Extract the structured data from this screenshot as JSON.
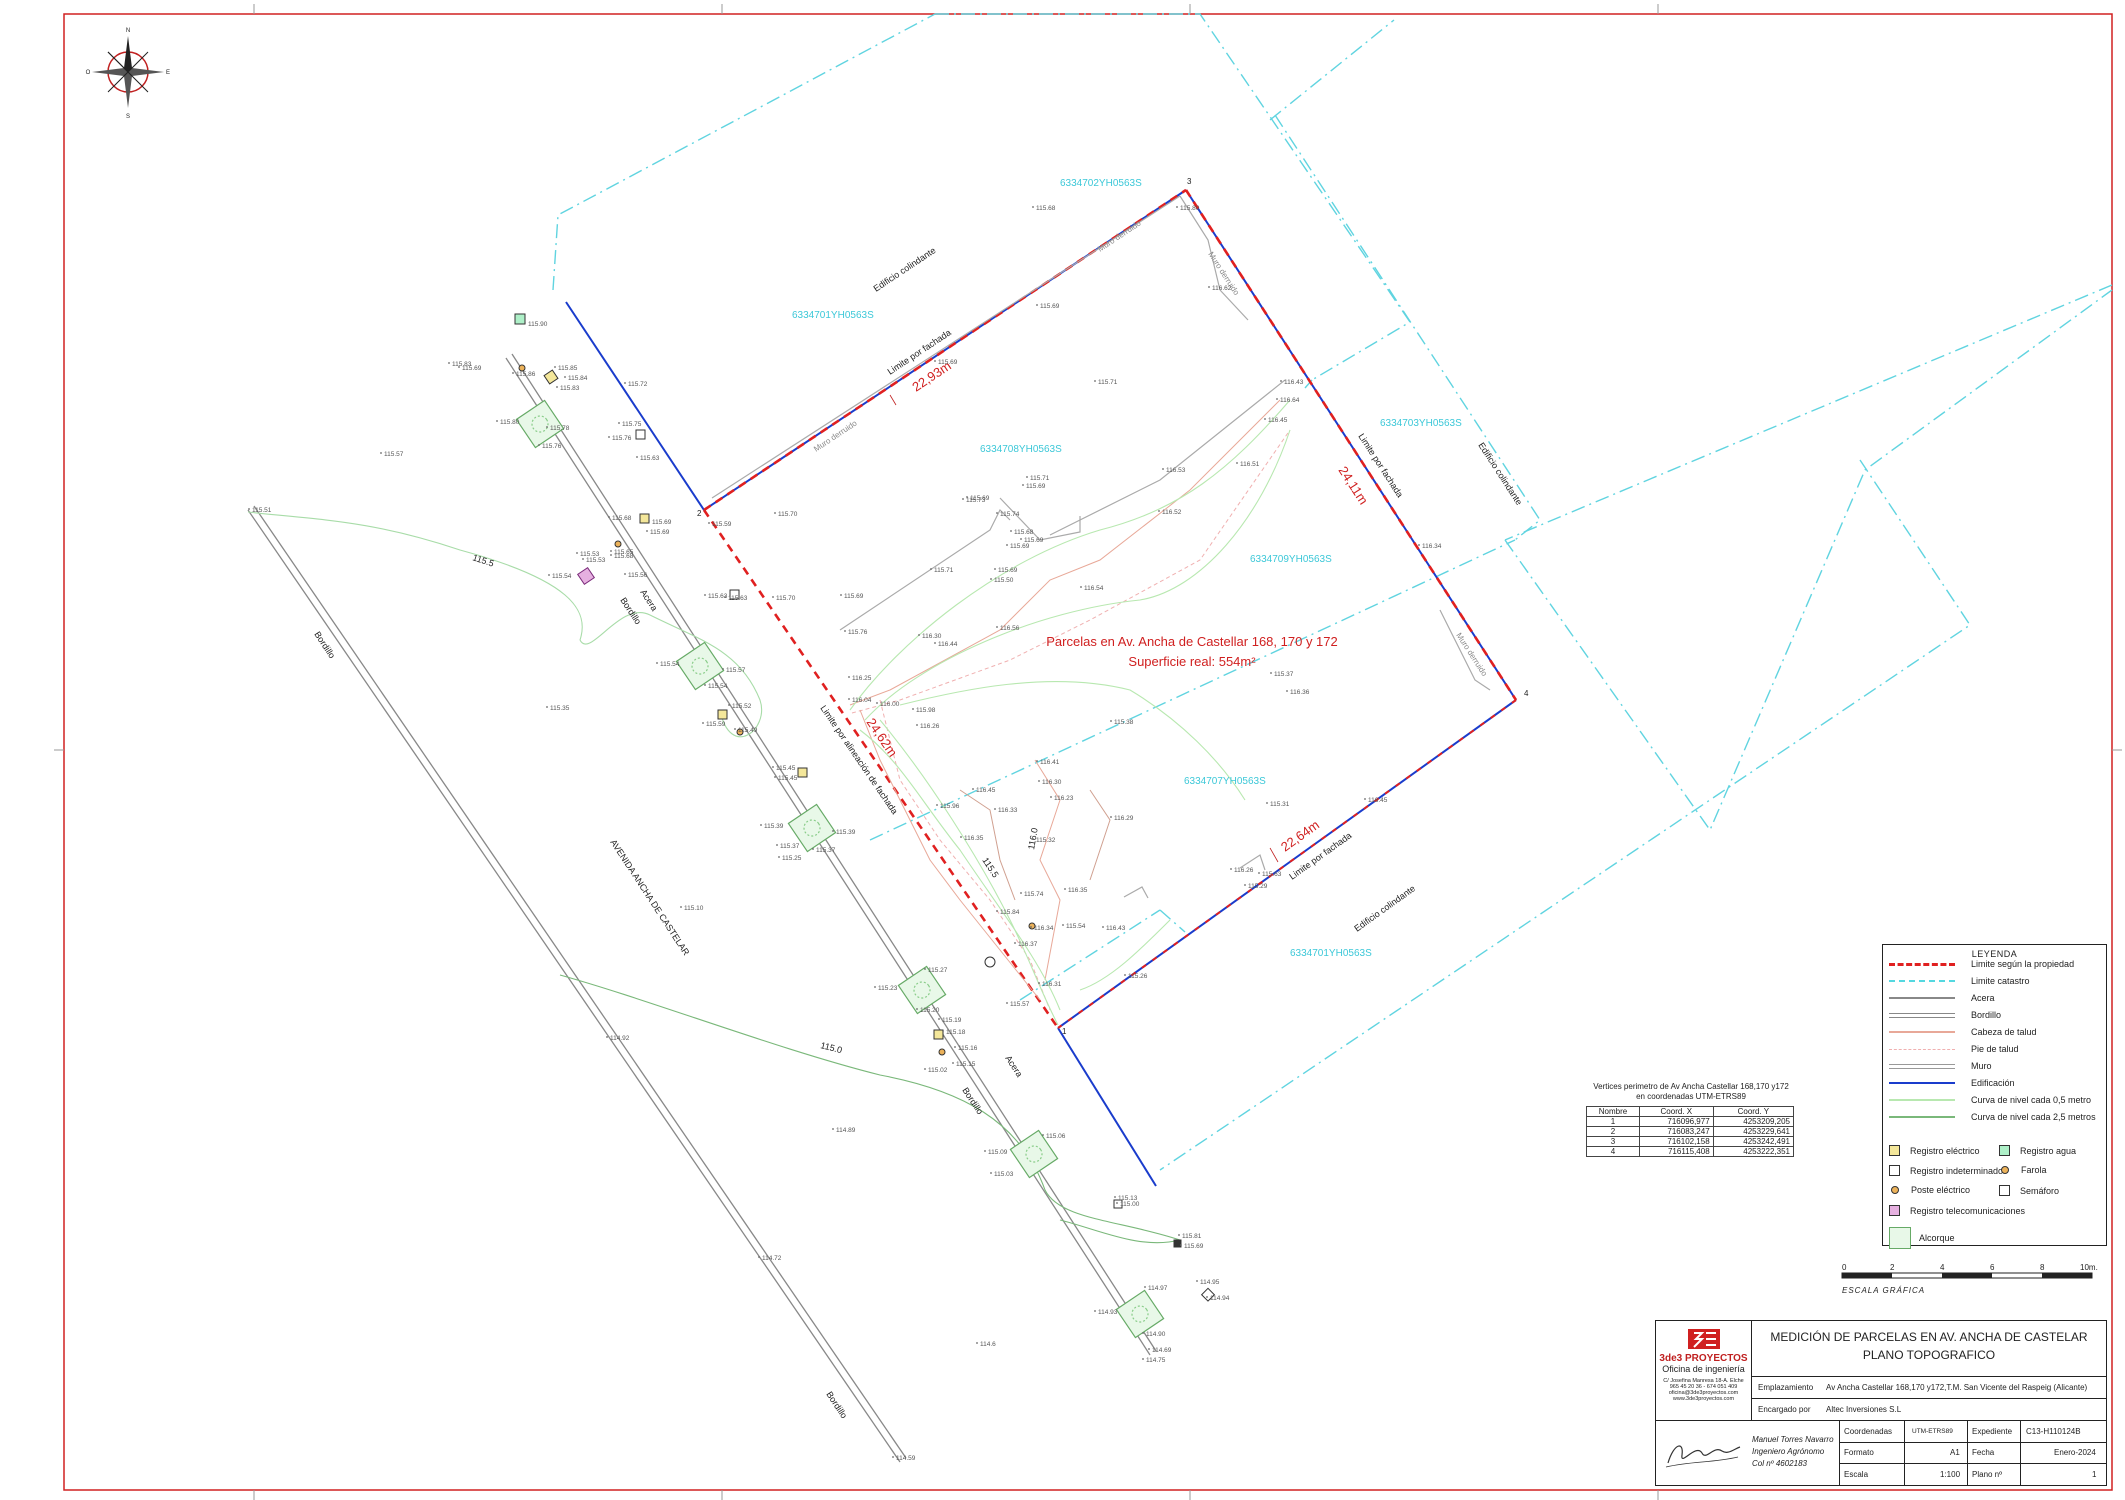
{
  "compass": {
    "n": "N",
    "s": "S",
    "e": "E",
    "o": "O"
  },
  "labels": {
    "parcel_title": "Parcelas en Av. Ancha de Castellar 168, 170 y 172",
    "parcel_area": "Superficie real: 554m²",
    "dim_ne": "22,93m",
    "dim_se": "24,11m",
    "dim_sw": "24,62m",
    "dim_s": "22,64m",
    "ref1": "6334702YH0563S",
    "ref2": "6334701YH0563S",
    "ref3": "6334708YH0563S",
    "ref4": "6334703YH0563S",
    "ref5": "6334709YH0563S",
    "ref6": "6334707YH0563S",
    "ref7": "6334701YH0563S",
    "edificio1": "Edificio colindante",
    "edificio2": "Edificio colindante",
    "edificio3": "Edificio colindante",
    "limite_fachada1": "Limite por fachada",
    "limite_fachada2": "Limite por fachada",
    "limite_fachada3": "Limite por fachada",
    "limite_alineacion": "Limite por alineación de fachada",
    "muro1": "Muro derruido",
    "muro2": "Muro derruido",
    "muro3": "Muro derruido",
    "muro4": "Muro derruido",
    "acera1": "Acera",
    "acera2": "Acera",
    "bordillo1": "Bordillo",
    "bordillo2": "Bordillo",
    "bordillo3": "Bordillo",
    "bordillo4": "Bordillo",
    "avenida": "AVENIDA ANCHA DE CASTELAR",
    "curve1": "115.5",
    "curve2": "115.0",
    "curve3": "115.5",
    "curve4": "116.0",
    "v1": "1",
    "v2": "2",
    "v3": "3",
    "v4": "4"
  },
  "elevations": [
    "115.90",
    "115.83",
    "115.69",
    "115.85",
    "115.84",
    "115.86",
    "115.83",
    "115.80",
    "115.78",
    "115.76",
    "115.75",
    "115.76",
    "115.72",
    "115.63",
    "115.57",
    "115.51",
    "115.68",
    "115.69",
    "115.65",
    "115.69",
    "115.68",
    "115.53",
    "115.53",
    "115.54",
    "115.56",
    "115.59",
    "115.70",
    "115.63",
    "115.63",
    "115.70",
    "115.54",
    "115.57",
    "115.54",
    "115.52",
    "115.35",
    "115.59",
    "115.49",
    "115.45",
    "115.45",
    "115.39",
    "115.39",
    "115.37",
    "115.25",
    "115.37",
    "115.10",
    "115.27",
    "115.23",
    "115.20",
    "115.19",
    "115.18",
    "115.16",
    "115.15",
    "115.02",
    "114.92",
    "114.89",
    "115.09",
    "115.06",
    "115.03",
    "114.72",
    "114.97",
    "114.95",
    "114.94",
    "114.93",
    "114.90",
    "114.69",
    "114.75",
    "114.6",
    "114.59",
    "115.81",
    "115.69",
    "115.13",
    "115.00",
    "115.68",
    "115.69",
    "115.71",
    "115.69",
    "115.71",
    "115.69",
    "115.69",
    "115.74",
    "115.68",
    "115.69",
    "115.50",
    "115.73",
    "115.69",
    "115.71",
    "115.69",
    "115.69",
    "115.76",
    "115.80",
    "116.62",
    "116.43",
    "116.45",
    "116.64",
    "116.51",
    "116.53",
    "116.52",
    "116.54",
    "116.56",
    "116.30",
    "116.44",
    "116.25",
    "116.04",
    "116.00",
    "115.98",
    "116.26",
    "115.38",
    "115.37",
    "116.41",
    "116.45",
    "116.30",
    "116.23",
    "116.33",
    "116.29",
    "115.96",
    "116.35",
    "115.32",
    "115.31",
    "115.74",
    "116.35",
    "116.34",
    "115.54",
    "116.43",
    "115.84",
    "116.37",
    "116.31",
    "115.63",
    "115.57",
    "115.29",
    "116.36",
    "115.26",
    "116.26",
    "116.45",
    "116.34",
    "116.36",
    "116.52"
  ],
  "legend": {
    "title": "LEYENDA",
    "lines": [
      {
        "label": "Limite según la propiedad",
        "color": "#e02020"
      },
      {
        "label": "Limite catastro",
        "color": "#55d8e0"
      },
      {
        "label": "Acera",
        "color": "#888888"
      },
      {
        "label": "Bordillo",
        "color": "#888888"
      },
      {
        "label": "Cabeza de talud",
        "color": "#e8a898"
      },
      {
        "label": "Pie de talud",
        "color": "#f0b0b0"
      },
      {
        "label": "Muro",
        "color": "#999999"
      },
      {
        "label": "Edificación",
        "color": "#1a3ccc"
      },
      {
        "label": "Curva de nivel cada 0,5 metro",
        "color": "#b8e8b0"
      },
      {
        "label": "Curva de nivel cada 2,5 metros",
        "color": "#7ab87a"
      }
    ],
    "symbols": [
      {
        "label": "Registro eléctrico",
        "icon": "electric-register-icon"
      },
      {
        "label": "Registro agua",
        "icon": "water-register-icon"
      },
      {
        "label": "Registro indeterminado",
        "icon": "undetermined-register-icon"
      },
      {
        "label": "Farola",
        "icon": "streetlight-icon"
      },
      {
        "label": "Poste eléctrico",
        "icon": "electric-pole-icon"
      },
      {
        "label": "Semáforo",
        "icon": "traffic-light-icon"
      },
      {
        "label": "Registro telecomunicaciones",
        "icon": "telecom-register-icon"
      },
      {
        "label": "Alcorque",
        "icon": "tree-pit-icon"
      }
    ]
  },
  "coords": {
    "caption1": "Vertices perimetro de Av Ancha Castellar 168,170 y172",
    "caption2": "en coordenadas UTM-ETRS89",
    "headers": [
      "Nombre",
      "Coord. X",
      "Coord. Y"
    ],
    "rows": [
      [
        "1",
        "716096,977",
        "4253209,205"
      ],
      [
        "2",
        "716083,247",
        "4253229,641"
      ],
      [
        "3",
        "716102,158",
        "4253242,491"
      ],
      [
        "4",
        "716115,408",
        "4253222,351"
      ]
    ]
  },
  "scale": {
    "ticks": [
      "0",
      "2",
      "4",
      "6",
      "8",
      "10m."
    ],
    "label": "ESCALA GRÁFICA"
  },
  "titleblock": {
    "company": "3de3 PROYECTOS",
    "company_sub": "Oficina de ingeniería",
    "address1": "C/ Josefina Manresa 18-A. Elche",
    "address2": "965 45 20 36 - 674 051 409",
    "address3": "oficina@3de3proyectos.com",
    "address4": "www.3de3proyectos.com",
    "title1": "MEDICIÓN DE PARCELAS EN AV. ANCHA DE CASTELAR",
    "title2": "PLANO TOPOGRAFICO",
    "emplazamiento_label": "Emplazamiento",
    "emplazamiento": "Av Ancha Castellar 168,170 y172,T.M. San Vicente del Raspeig (Alicante)",
    "encargado_label": "Encargado por",
    "encargado": "Altec Inversiones S.L",
    "engineer1": "Manuel Torres Navarro",
    "engineer2": "Ingeniero Agrónomo",
    "engineer3": "Col nº 4602183",
    "coordenadas_label": "Coordenadas",
    "coordenadas": "UTM-ETRS89",
    "expediente_label": "Expediente",
    "expediente": "C13-H110124B",
    "formato_label": "Formato",
    "formato": "A1",
    "fecha_label": "Fecha",
    "fecha": "Enero-2024",
    "escala_label": "Escala",
    "escala": "1:100",
    "plano_label": "Plano nº",
    "plano": "1"
  }
}
